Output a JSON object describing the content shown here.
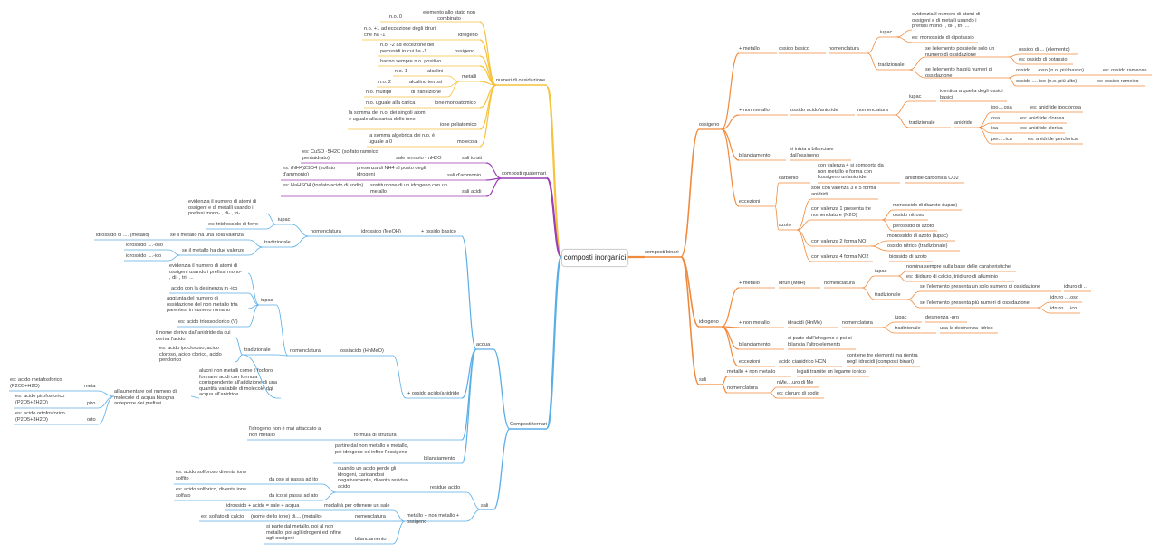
{
  "root": "composti inorganici",
  "colors": {
    "orange": "#f08a3c",
    "yellow": "#f7c23c",
    "purple": "#9b3fb5",
    "blue": "#5aaee8"
  },
  "n": {
    "composti_binari": "composti binari",
    "ossigeno": "ossigeno",
    "piu_metallo": "+ metallo",
    "ossido_basico": "ossido basico",
    "nomenclatura": "nomenclatura",
    "iupac": "iupac",
    "tradizionale": "tradizionale",
    "ob_iupac_1": "evidenzia il numero di atomi di ossigeni e di metalli usando i prefissi mono- , di- , tri- ...",
    "ob_iupac_2": "es: monossido di dipotassio",
    "ob_trad_1": "se l'elemento possiede solo un numero di ossidazione",
    "ossido_di_elemento": "ossido di.... (elemento)",
    "es_ossido_potassio": "es: ossido di potassio",
    "ob_trad_2": "se l'elemento ha più numeri di ossidazione",
    "ossido_oso": "ossido ....-oso (n.o. più basso)",
    "es_ossido_rameoso": "es: ossido rameoso",
    "ossido_ico": "ossido ....-ico (n.o. più alto)",
    "es_ossido_rameico": "es: ossido rameico",
    "piu_non_metallo": "+ non metallo",
    "ossido_acido_anidride": "ossido acido/anidride",
    "oa_iupac_1": "identica a quella degli ossidi basici",
    "anidride": "anidride",
    "ipo_osa": "ipo....osa",
    "es_ipocloroso": "es: anidride ipoclorosa",
    "osa": "osa",
    "es_clorosa": "es: anidride clorosa",
    "ica": "ica",
    "es_clorica": "es: anidride clorica",
    "per_ica": "per.....ica",
    "es_perclorica": "es: anidride perclorica",
    "bilanciamento": "bilanciamento",
    "bil_ossigeno": "si inizia a bilanciare dall'ossigeno",
    "eccezioni": "eccezioni",
    "carbonio": "carbonio",
    "carb_1": "con valenza 4 si comporta da non metallo e forma con l'ossigeno un'anidride",
    "carb_2": "anidride carbonica CO2",
    "azoto": "azoto",
    "azoto_1": "solo con valenza 3 e 5 forma anidridi",
    "azoto_2": "con valenza 1 presenta tre nomenclature (N2O)",
    "az_2a": "monossido di diazoto (iupac)",
    "az_2b": "ossido nitroso",
    "az_2c": "perossido di azoto",
    "azoto_3": "con valenza 2 forma NO",
    "az_3a": "monossido di azoto (iupac)",
    "az_3b": "ossido nitrico (tradizionale)",
    "azoto_4": "con valenza 4 forma NO2",
    "az_4a": "biossido di azoto",
    "idrogeno": "idrogeno",
    "idruri": "idruri (MeH)",
    "idr_iupac_1": "nomina sempre sulla base delle caratteristiche",
    "idr_iupac_2": "es: diidruro di calcio, triidruro di alluminio",
    "idr_trad_1": "se l'elemento presenta un solo numero di ossidazione",
    "idruro_di": "idruro di ...",
    "idr_trad_2": "se l'elemento presenta più numeri di ossidazione",
    "idruro_oso": "idruro ....oso",
    "idruro_ico": "idruro ....ico",
    "idracidi": "idracidi (HnMe)",
    "desinenza_uro": "desinenza -uro",
    "desinenza_idrico": "usa la desinenza -idrico",
    "bil_idrogeno": "si parte dall'idrogeno e poi si bilancia l'altro elemento",
    "acido_cianidrico": "acido cianidrico HCN",
    "hcn_desc": "contiene tre elementi ma rientra negli idracidi (composti binari)",
    "sali": "sali",
    "metallo_non_metallo": "metallo + non metallo",
    "legame_ionico": "legati tramite un legame ionico",
    "me_uro": "nMe....uro di Me",
    "es_cloruro_sodio": "es: cloruro di sodio",
    "numeri_ossidazione": "numeri di ossidazione",
    "no_0": "n.o. 0",
    "no_0_desc": "elemento allo stato non combinato",
    "no_idrogeno": "idrogeno",
    "no_idrogeno_desc": "n.o. +1 ad eccezione degli idruri che ha -1",
    "no_ossigeno": "ossigeno",
    "no_ossigeno_desc": "n.o. -2 ad eccezione dei perossidi in cui ha -1",
    "no_fluoro": "hanno sempre n.o. positivo",
    "metalli": "metalli",
    "no_1": "n.o. 1",
    "alcalini": "alcalini",
    "no_2": "n.o. 2",
    "alcalino_terrosi": "alcalino terrosi",
    "no_multipli": "n.o. multipli",
    "di_transizione": "di transizione",
    "no_carica": "n.o. uguale alla carica",
    "ione_mono": "ione monoatomico",
    "ione_poli_desc": "la somma dei n.o. dei singoli atomi è uguale alla carica dello ione",
    "ione_poli": "ione poliatomico",
    "molecola_desc": "la somma algebrica dei n.o. è uguale a 0",
    "molecola": "molecola",
    "composti_quaternari": "composti quaternari",
    "sali_idrati": "sali idrati",
    "sali_idrati_desc": "sale ternario • nH2O",
    "sali_idrati_es": "es: CuSO ·5H2O (solfato rameico pentaidrato)",
    "sali_ammonio": "sali d'ammonio",
    "sali_ammonio_desc": "presenza di NH4 al posto degli idrogeni",
    "sali_ammonio_es": "es: (NH4)2SO4 (solfato d'ammonio)",
    "sali_acidi": "sali acidi",
    "sali_acidi_desc": "sostituzione di un idrogeno con un metallo",
    "sali_acidi_es": "es: NaHSO4 (tosfato acido di sodio)",
    "composti_ternari": "Composti ternari",
    "acqua": "acqua",
    "piu_ossido_basico": "+ ossido basico",
    "idrossido": "idrossido (MeOH)",
    "idr_nomen": "nomenclatura",
    "idrx_iupac_1": "evidenzia il numero di atomi di ossigeni e di metalli usando i prefissi mono- , di- , tri- ...",
    "idrx_iupac_2": "es: triidrossido di ferro",
    "idrx_trad": "tradizionale",
    "idrx_trad_1": "se il metallo ha una sola valenza",
    "idrossido_di": "idrossido di .... (metallo)",
    "idrx_trad_2": "se il metallo ha due valenze",
    "idrossido_oso": "idrossido ....-oso",
    "idrossido_ico": "idrossido ....-ico",
    "piu_ossido_acido": "+ ossido acido/anidride",
    "ossiacido": "ossiacido (HnMeO)",
    "oxa_iupac_1": "evidenzia il numero di atomi di ossigeni usando i prefissi mono- , di- , tri- ...",
    "oxa_iupac_2": "acido con la desinenza in -ico",
    "oxa_iupac_3": "aggiunta del numero di ossidazione del non metallo trta parentesi in numero romano",
    "oxa_iupac_4": "es: acido triossoclorico (V)",
    "oxa_trad_1": "il nome deriva dall'anidride da cui deriva l'acido",
    "oxa_trad_2": "es: acido ipocloroso, acido cloroso, acido clorico, acido perclorico",
    "oxa_trad_3": "alucni non metalli come il fosforo formano acidi con formula corrispondente all'addizione di una quantità variabile di molecole dді acqua all'anidride",
    "oxa_trad_3b": "all'aumentare del numero di molecole di acqua bisogna anteporre dei prefissi",
    "meta": "meta",
    "es_metafosforico": "es: acido metafosforico (P2O5+H2O)",
    "piro": "piro",
    "es_pirofosforico": "es: acido pirofosforico (P2O5+2H2O)",
    "orto": "orto",
    "es_ortofosforico": "es: acido ortofosforico (P2O5+3H2O)",
    "formula_struttura": "formula di struttura",
    "formula_struttura_desc": "l'idrogeno non è mai attaccato al non metallo",
    "bil_ternari": "bilanciamento",
    "bil_ternari_desc": "partire dal non metallo o metallo, poi idrogeno ed infine l'ossigeno",
    "sali_t": "sali",
    "residuo_acido": "residuo acido",
    "residuo_desc": "quando un acido perde gli idrogeni, caricandosi negativamente, diventa residuo acido",
    "da_oso": "da oso si passa ad ito",
    "da_oso_es": "es: acido solforoso diventa ione solfito",
    "da_ico": "da ico si passa ad ato",
    "da_ico_es": "es: acido solforico, diventa ione solfato",
    "metallo_non_metallo_ossigeno": "metallo + non metallo + ossigeno",
    "modalita": "modalità per ottenere un sale",
    "modalita_desc": "idrossido + acido = sale + acqua",
    "nomenclatura_sali": "nomenclatura",
    "nomenclatura_sali_desc": "(nome dello ione) di.... (metallo)",
    "es_solfato_calcio": "es: solfato di calcio",
    "bil_sali": "bilanciamento",
    "bil_sali_desc": "si parte dal metallo, poi al non metallo, poi agli idrogeni ed infine agli ossigeni"
  }
}
